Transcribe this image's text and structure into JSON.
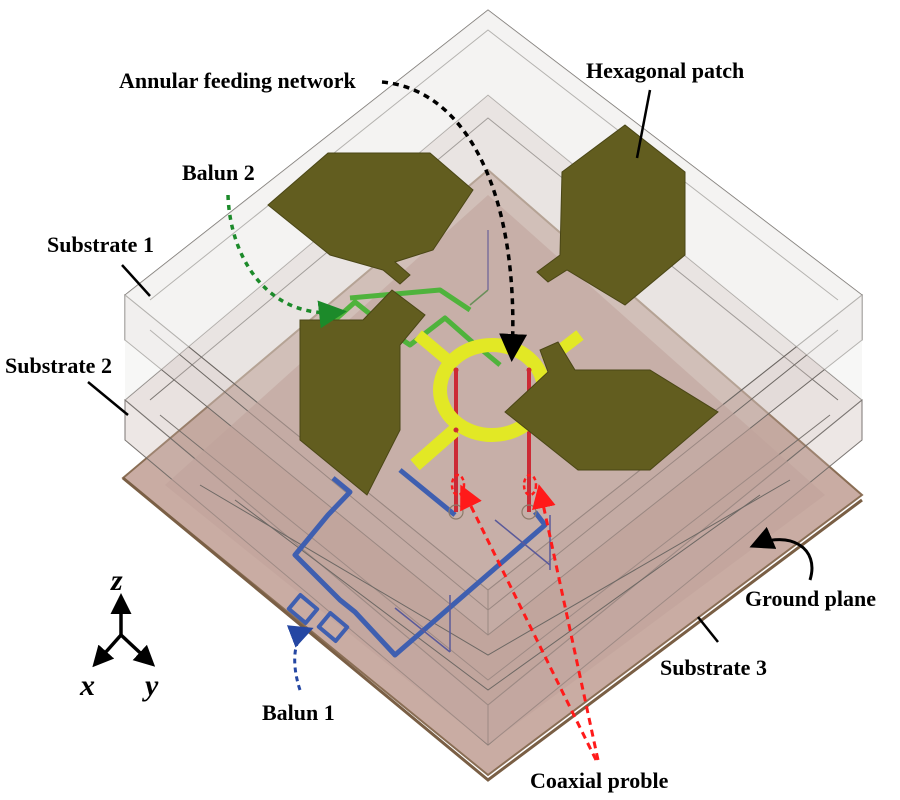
{
  "labels": {
    "annular_feeding_network": "Annular feeding network",
    "hexagonal_patch": "Hexagonal patch",
    "balun_2": "Balun 2",
    "substrate_1": "Substrate 1",
    "substrate_2": "Substrate 2",
    "ground_plane": "Ground plane",
    "substrate_3": "Substrate 3",
    "balun_1": "Balun 1",
    "coaxial_probe": "Coaxial proble"
  },
  "axes": {
    "z": "z",
    "x": "x",
    "y": "y"
  },
  "colors": {
    "patch": "#625d1f",
    "feed_ring": "#e2e825",
    "balun_1": "#3f5fb0",
    "balun_2": "#4fb33c",
    "probe": "#cc2a35",
    "ground": "#c9aca3",
    "substrate": "#ebe9e6",
    "edge": "#6d6864",
    "arrow_red": "#ff1a1a",
    "arrow_green": "#1c8a2a",
    "arrow_blue": "#2547a3",
    "arrow_black": "#000000"
  }
}
